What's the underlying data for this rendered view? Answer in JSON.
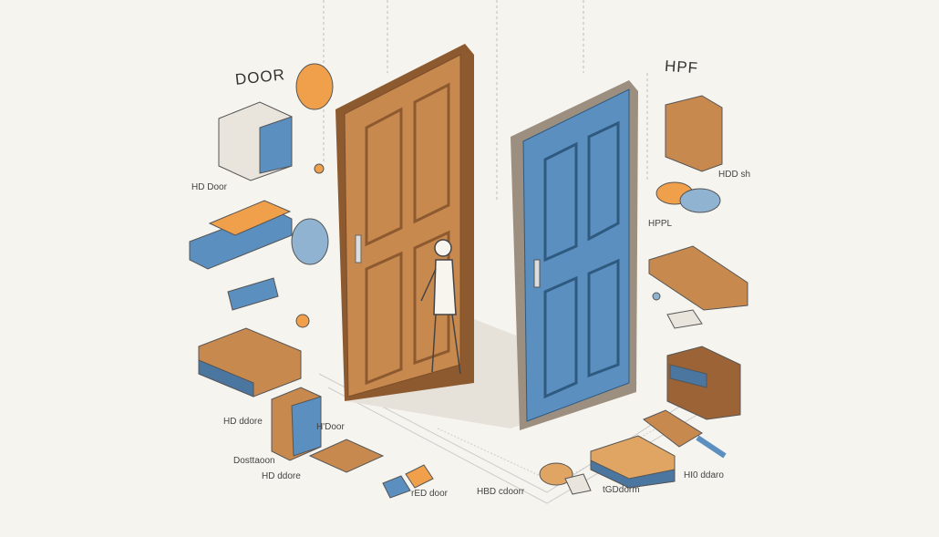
{
  "titles": {
    "left": "DOOR",
    "right": "HPF"
  },
  "labels": {
    "hd_door": "HD Door",
    "hdd_sh": "HDD sh",
    "hppl": "HPPL",
    "hd_ddore_top": "HD ddore",
    "h_door": "H'Door",
    "dosttaoon": "Dosttaoon",
    "hd_ddore_bottom": "HD ddore",
    "red_door": "rED door",
    "hbd_cdoorr": "HBD cdoorr",
    "hi0_ddaro": "HI0 ddaro",
    "tgd_dorm": "tGDdorm"
  },
  "colors": {
    "background": "#f5f4ef",
    "wood": "#c8894f",
    "wood_dark": "#9c6436",
    "blue": "#5b8fbf",
    "orange": "#f0a04b"
  }
}
